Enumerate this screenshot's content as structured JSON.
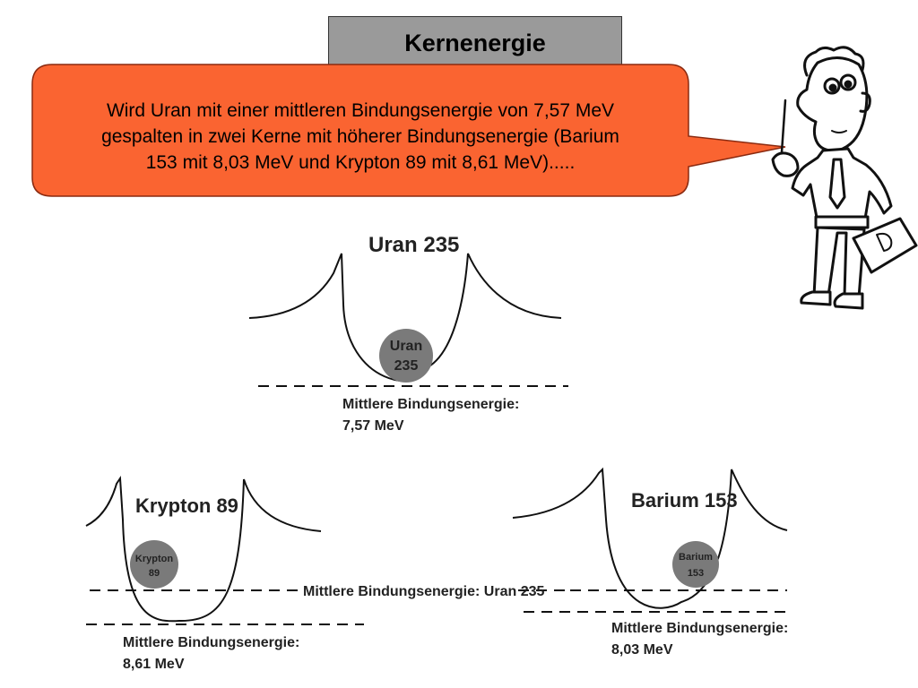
{
  "slide_title": "Kernenergie",
  "speech_bubble": {
    "lines": [
      "Wird Uran mit einer mittleren Bindungsenergie von 7,57 MeV",
      "gespalten in zwei Kerne mit höherer Bindungsenergie (Barium",
      "153 mit 8,03 MeV und Krypton 89 mit 8,61 MeV)....."
    ],
    "fill_color": "#fa6431"
  },
  "uran_well": {
    "title": "Uran 235",
    "nucleus_line1": "Uran",
    "nucleus_line2": "235",
    "energy_label": "Mittlere Bindungsenergie:",
    "energy_value": "7,57 MeV"
  },
  "krypton_well": {
    "title": "Krypton 89",
    "nucleus_line1": "Krypton",
    "nucleus_line2": "89",
    "reference_label": "Mittlere Bindungsenergie: Uran 235",
    "energy_label": "Mittlere Bindungsenergie:",
    "energy_value": "8,61 MeV"
  },
  "barium_well": {
    "title": "Barium 153",
    "nucleus_line1": "Barium",
    "nucleus_line2": "153",
    "energy_label": "Mittlere Bindungsenergie:",
    "energy_value": "8,03 MeV"
  },
  "nucleus_color": "#7a7a7a"
}
